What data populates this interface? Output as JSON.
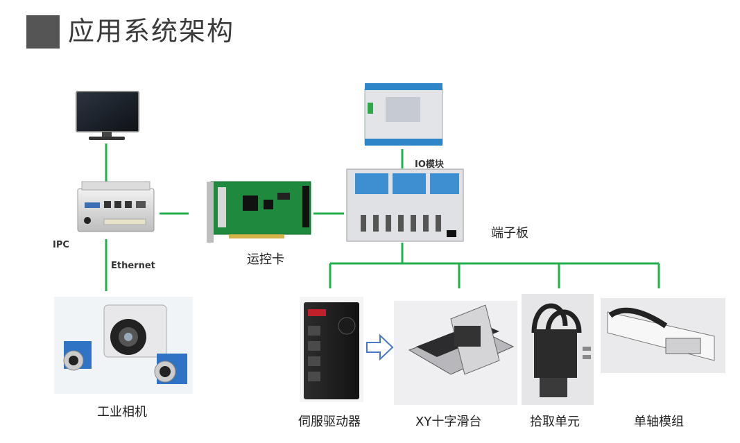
{
  "title": "应用系统架构",
  "labels": {
    "ipc": "IPC",
    "ethernet": "Ethernet",
    "camera": "工业相机",
    "motion_card": "运控卡",
    "io_module": "IO模块",
    "terminal_board": "端子板",
    "servo_driver": "伺服驱动器",
    "xy_stage": "XY十字滑台",
    "pick_unit": "拾取单元",
    "single_axis": "单轴模组"
  },
  "colors": {
    "connector": "#22b04c",
    "title_square": "#555555",
    "arrow": "#4a78c8"
  }
}
